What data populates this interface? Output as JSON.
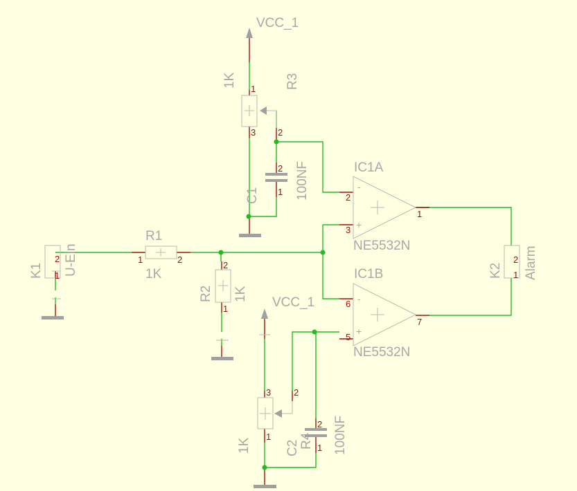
{
  "colors": {
    "background": "#FFFFE1",
    "wire": "#22BB22",
    "pin": "#A01010",
    "symbol": "#B8B8B8"
  },
  "supplies": {
    "top": "VCC_1",
    "bottom": "VCC_1"
  },
  "r1": {
    "name": "R1",
    "value": "1K",
    "pin1": "1",
    "pin2": "2"
  },
  "r2": {
    "name": "R2",
    "value": "1K",
    "pin1": "1",
    "pin2": "2"
  },
  "r3": {
    "name": "R3",
    "value": "1K",
    "pin1": "1",
    "pin2": "2",
    "pin3": "3"
  },
  "r4": {
    "name": "R4",
    "value": "1K",
    "pin1": "1",
    "pin2": "2",
    "pin3": "3"
  },
  "c1": {
    "name": "C1",
    "value": "100NF",
    "pin1": "1",
    "pin2": "2"
  },
  "c2": {
    "name": "C2",
    "value": "100NF",
    "pin1": "1",
    "pin2": "2"
  },
  "k1": {
    "name": "K1",
    "value": "U-Ein",
    "pin1": "1",
    "pin2": "2"
  },
  "k2": {
    "name": "K2",
    "value": "Alarm",
    "pin1": "1",
    "pin2": "2"
  },
  "ic1a": {
    "name": "IC1A",
    "value": "NE5532N",
    "minus": "-",
    "plus": "+",
    "pin_in_neg": "2",
    "pin_in_pos": "3",
    "pin_out": "1"
  },
  "ic1b": {
    "name": "IC1B",
    "value": "NE5532N",
    "minus": "-",
    "plus": "+",
    "pin_in_neg": "6",
    "pin_in_pos": "5",
    "pin_out": "7"
  }
}
